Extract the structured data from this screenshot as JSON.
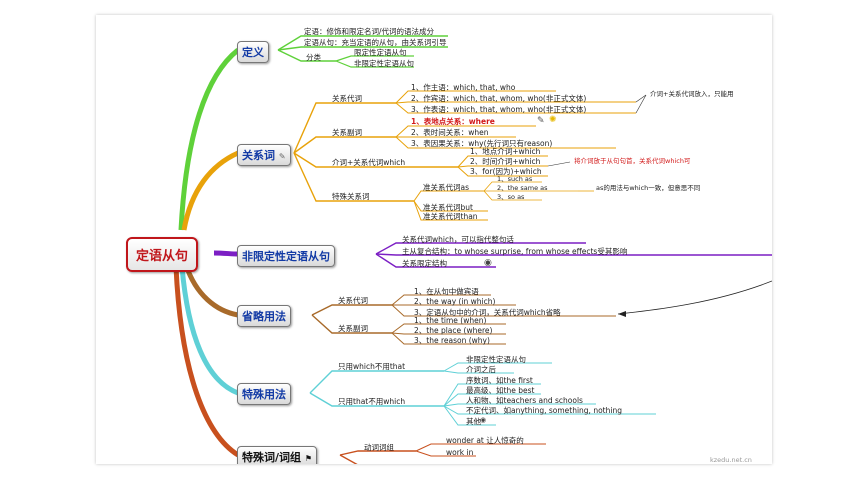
{
  "page_label": "标题",
  "watermark": "kzedu.net.cn",
  "root": {
    "label": "定语从句"
  },
  "branches": {
    "definition": {
      "label": "定义",
      "items": [
        "定语：修饰和限定名词/代词的语法成分",
        "定语从句：充当定语的从句，由关系词引导"
      ],
      "category": {
        "label": "分类",
        "items": [
          "限定性定语从句",
          "非限定性定语从句"
        ]
      }
    },
    "relatives": {
      "label": "关系词",
      "pronouns": {
        "label": "关系代词",
        "items": [
          "1、作主语：which, that, who",
          "2、作宾语：which, that, whom, who(非正式文体)",
          "3、作表语：which, that, whom, who(非正式文体)"
        ],
        "note": "介词+关系代词放入，只能用"
      },
      "adverbs": {
        "label": "关系副词",
        "items": [
          "1、表地点关系：where",
          "2、表时间关系：when",
          "3、表因果关系：why(先行词只有reason)"
        ]
      },
      "prep": {
        "label": "介词+关系代词which",
        "items": [
          "1、地点介词+which",
          "2、时间介词+which",
          "3、for(因为)+which"
        ],
        "note": "将介词放于从句句首，关系代词which可"
      },
      "special": {
        "label": "特殊关系词",
        "as_label": "准关系代词as",
        "as_items": [
          "1、such as",
          "2、the same as",
          "3、so as"
        ],
        "as_note": "as的用法与which一致，但意思不同",
        "but_label": "准关系代词but",
        "than_label": "准关系代词than"
      }
    },
    "nonrestrictive": {
      "label": "非限定性定语从句",
      "items": [
        "关系代词which，可以指代整句话",
        "主从复合结构：to whose surprise, from whose effects受其影响",
        "关系限定结构"
      ]
    },
    "omission": {
      "label": "省略用法",
      "pronoun_label": "关系代词",
      "pronoun_items": [
        "1、在从句中做宾语",
        "2、the way (in which)",
        "3、定语从句中的介词，关系代词which省略"
      ],
      "adverb_label": "关系副词",
      "adverb_items": [
        "1、the time (when)",
        "2、the place (where)",
        "3、the reason (why)"
      ]
    },
    "special_usage": {
      "label": "特殊用法",
      "which_label": "只用which不用that",
      "which_items": [
        "非限定性定语从句",
        "介词之后"
      ],
      "that_label": "只用that不用which",
      "that_items": [
        "序数词、如the first",
        "最高级、如the best",
        "人和物、如teachers and schools",
        "不定代词、如anything, something, nothing",
        "其他"
      ]
    },
    "special_words": {
      "label": "特殊词/词组",
      "verb_label": "动词词组",
      "verb_items": [
        "wonder at 让人惊奇的",
        "work in"
      ]
    }
  },
  "colors": {
    "definition": "#5fd13a",
    "relatives": "#e8a20a",
    "nonrestrictive": "#7c1fc4",
    "omission": "#a86a2a",
    "special_usage": "#5fd0d6",
    "special_words": "#c8501e",
    "root_border": "#c0161b"
  }
}
